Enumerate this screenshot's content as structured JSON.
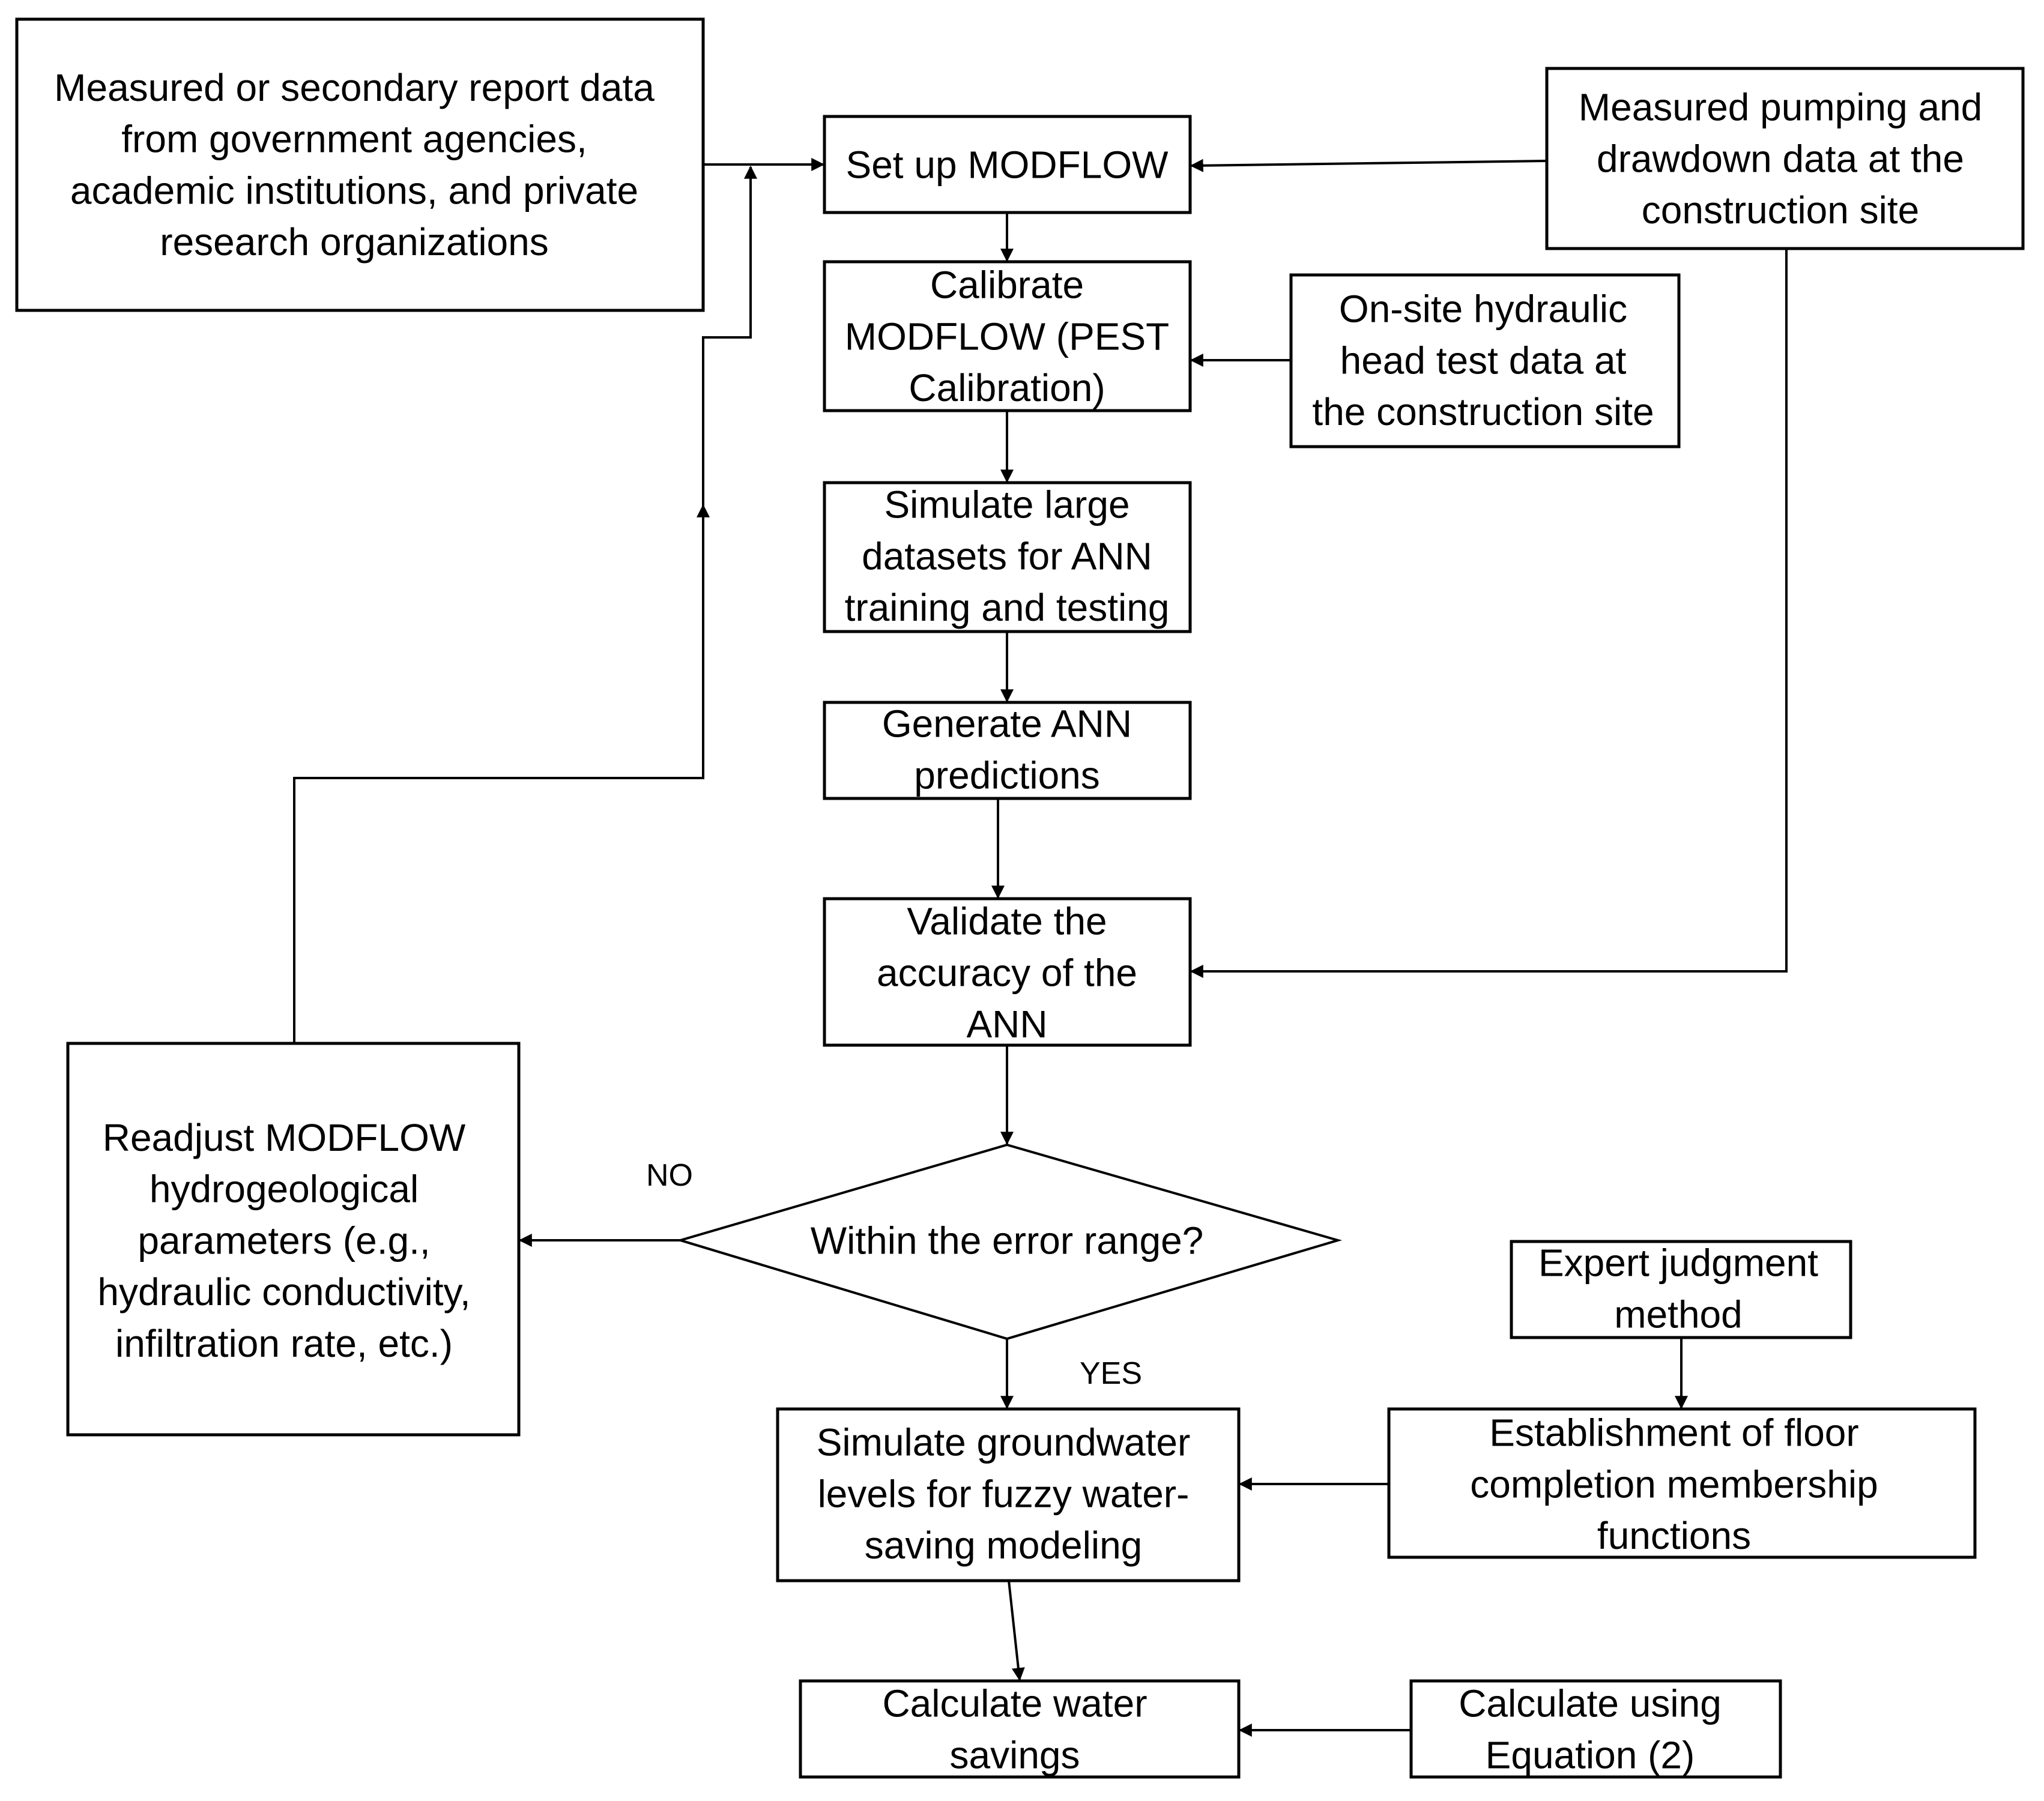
{
  "nodes": {
    "measured_report_data": [
      "Measured or secondary report data",
      "from government agencies,",
      "academic institutions, and private",
      "research organizations"
    ],
    "set_up_modflow": [
      "Set up MODFLOW"
    ],
    "measured_pumping": [
      "Measured pumping and",
      "drawdown data at the",
      "construction site"
    ],
    "calibrate_modflow": [
      "Calibrate",
      "MODFLOW (PEST",
      "Calibration)"
    ],
    "onsite_hydraulic": [
      "On-site hydraulic",
      "head test data at",
      "the construction site"
    ],
    "simulate_datasets": [
      "Simulate large",
      "datasets for ANN",
      "training and testing"
    ],
    "generate_ann": [
      "Generate ANN",
      "predictions"
    ],
    "validate_ann": [
      "Validate the",
      "accuracy of the",
      "ANN"
    ],
    "readjust_modflow": [
      "Readjust MODFLOW",
      "hydrogeological",
      "parameters (e.g.,",
      "hydraulic conductivity,",
      "infiltration rate, etc.)"
    ],
    "error_range": [
      "Within the error range?"
    ],
    "expert_judgment": [
      "Expert judgment",
      "method"
    ],
    "simulate_groundwater": [
      "Simulate groundwater",
      "levels for fuzzy water-",
      "saving modeling"
    ],
    "establish_membership": [
      "Establishment of floor",
      "completion membership",
      "functions"
    ],
    "calculate_savings": [
      "Calculate water",
      "savings"
    ],
    "calculate_equation": [
      "Calculate using",
      "Equation (2)"
    ]
  },
  "edge_labels": {
    "no": "NO",
    "yes": "YES"
  }
}
